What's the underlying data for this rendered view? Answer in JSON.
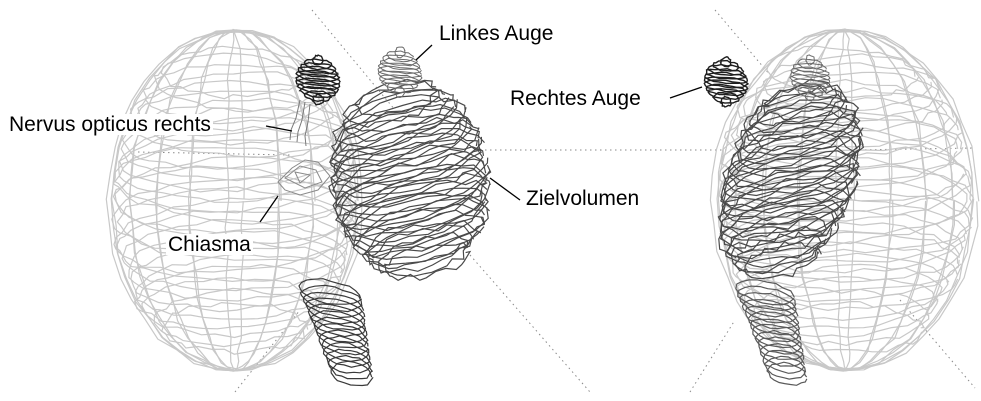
{
  "labels": {
    "left_eye": "Linkes Auge",
    "right_eye": "Rechtes Auge",
    "optic_nerve_right": "Nervus opticus rechts",
    "target_volume": "Zielvolumen",
    "chiasm": "Chiasma"
  },
  "colors": {
    "background": "#ffffff",
    "head_outline": "#c8c8c8",
    "structure_contour": "#4a4a4a",
    "eye_contour": "#1e1e1e",
    "axis_lines": "#8a8a8a",
    "label_text": "#000000"
  }
}
